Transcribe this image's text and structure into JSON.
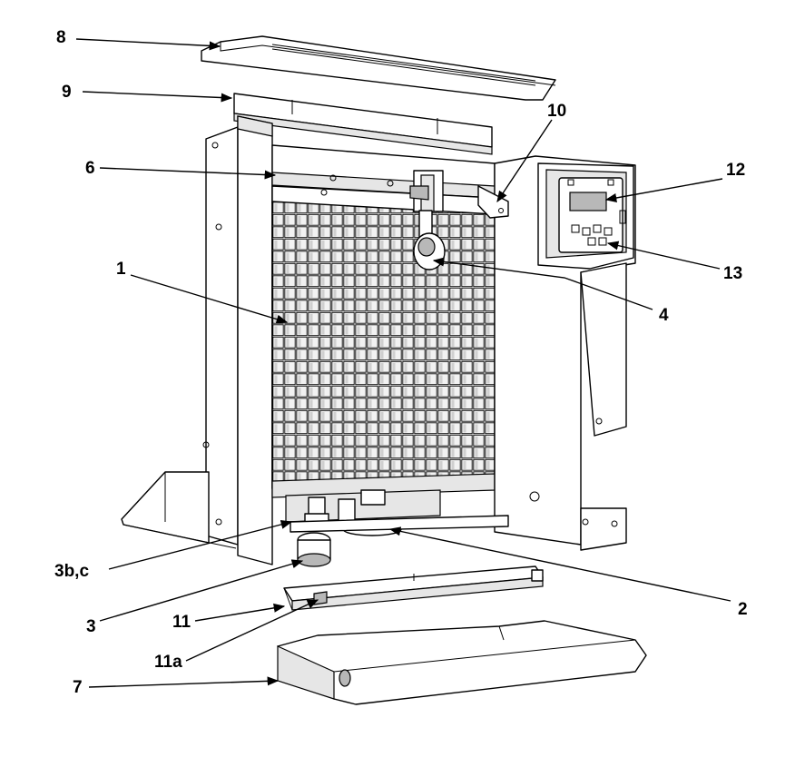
{
  "callouts": {
    "c8": "8",
    "c9": "9",
    "c10": "10",
    "c6": "6",
    "c12": "12",
    "c1": "1",
    "c13": "13",
    "c4": "4",
    "c3bc": "3b,c",
    "c2": "2",
    "c3": "3",
    "c11": "11",
    "c11a": "11a",
    "c7": "7"
  },
  "colors": {
    "line": "#000000",
    "background": "#ffffff",
    "shade": "#e6e6e6"
  }
}
